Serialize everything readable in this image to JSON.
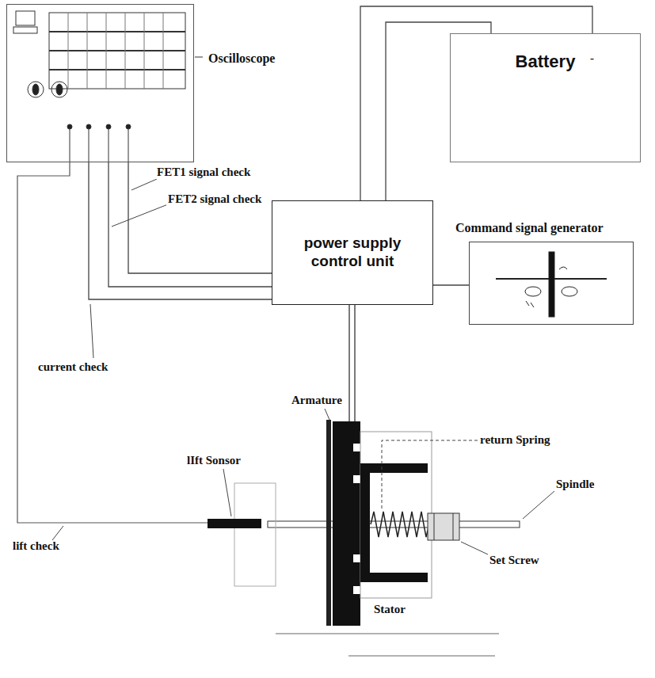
{
  "diagram": {
    "nodes": [
      {
        "text": [
          "Oscilloscope"
        ]
      },
      {
        "text": [
          "Battery"
        ]
      },
      {
        "text": [
          "power supply control unit"
        ]
      },
      {
        "text": [
          "Command signal generator"
        ]
      }
    ],
    "edges": [
      {
        "from": 0,
        "to": 2,
        "label": "FET1 signal check",
        "arrow": "none"
      },
      {
        "from": 0,
        "to": 2,
        "label": "FET2 signal check",
        "arrow": "none"
      },
      {
        "from": 0,
        "to": 2,
        "label": "current check",
        "arrow": "none"
      },
      {
        "from": 1,
        "to": 2,
        "arrow": "none"
      },
      {
        "from": 1,
        "to": 2,
        "arrow": "none"
      },
      {
        "from": 3,
        "to": 2,
        "arrow": "none"
      }
    ],
    "labels": [
      "Armature",
      "return Spring",
      "Spindle",
      "Set Screw",
      "Stator",
      "lIft Sonsor",
      "lift check",
      "-"
    ]
  }
}
